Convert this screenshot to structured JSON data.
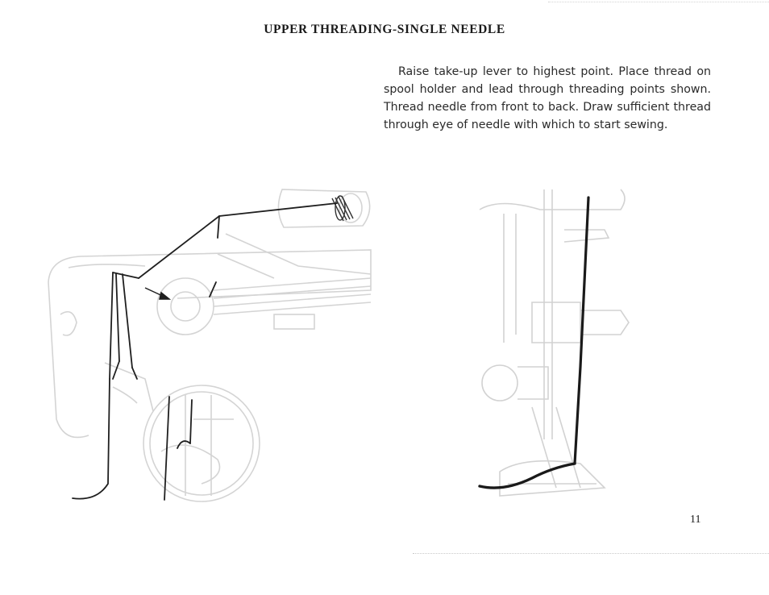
{
  "page": {
    "title": "UPPER THREADING-SINGLE NEEDLE",
    "instructions": "Raise take-up lever to highest point. Place thread on spool holder and lead through threading points shown. Thread needle from front to back. Draw sufficient thread through eye of needle with which to start sewing.",
    "page_number": "11"
  }
}
